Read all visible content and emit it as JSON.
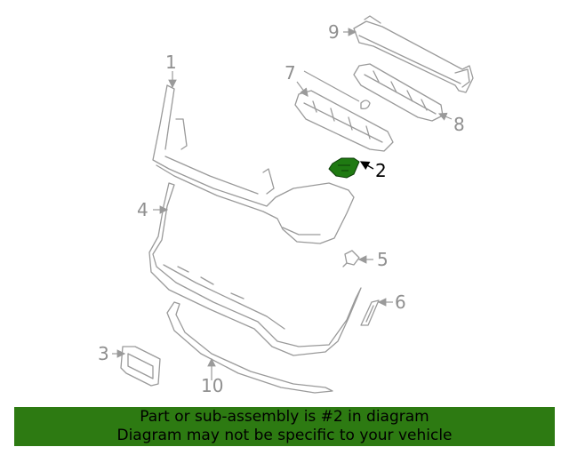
{
  "callouts": {
    "c1": "1",
    "c2": "2",
    "c3": "3",
    "c4": "4",
    "c5": "5",
    "c6": "6",
    "c7": "7",
    "c8": "8",
    "c9": "9",
    "c10": "10"
  },
  "highlight": {
    "part_number": "2",
    "color": "#1f7a12"
  },
  "banner": {
    "line1": "Part or sub-assembly is #2 in diagram",
    "line2": "Diagram may not be specific to your vehicle",
    "background": "#2d7a12"
  }
}
